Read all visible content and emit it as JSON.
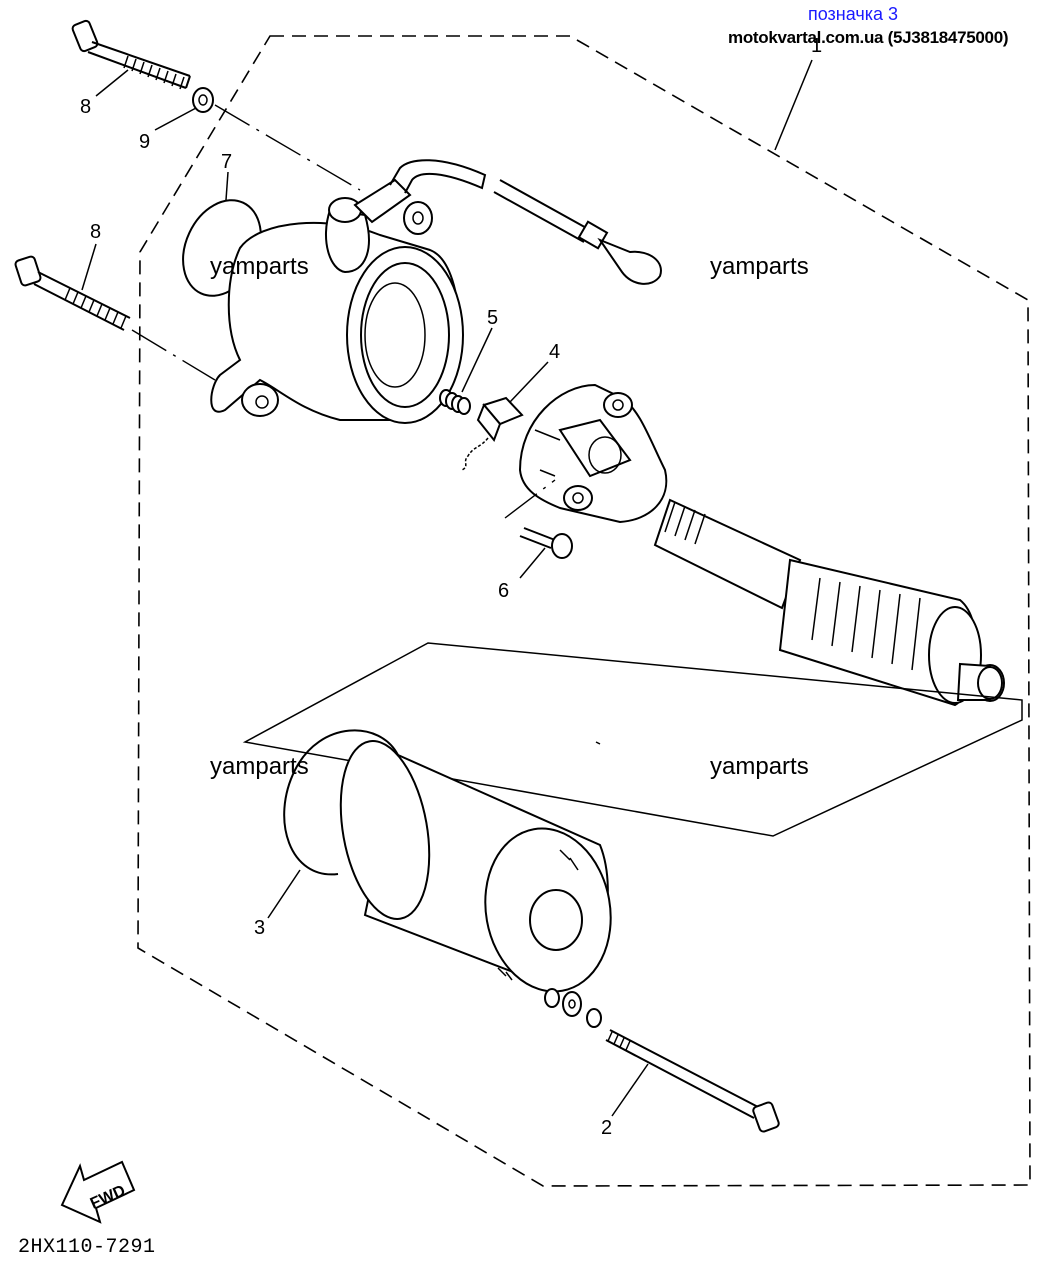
{
  "header": {
    "title": "позначка 3",
    "source": "motokvartal.com.ua (5J3818475000)"
  },
  "watermarks": [
    "yamparts",
    "yamparts",
    "yamparts",
    "yamparts"
  ],
  "callouts": {
    "p8a": "8",
    "p9": "9",
    "p7": "7",
    "p8b": "8",
    "p5": "5",
    "p4": "4",
    "p6": "6",
    "p1": "1",
    "p3": "3",
    "p2": "2"
  },
  "fwd_label": "FWD",
  "diagram_code": "2HX110-7291",
  "colors": {
    "line": "#000000",
    "header_title": "#1a1aff",
    "background": "#ffffff"
  }
}
